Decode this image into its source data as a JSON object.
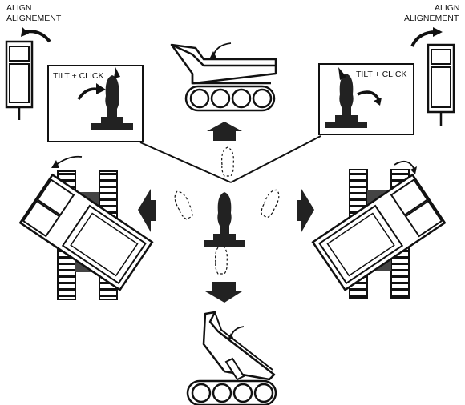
{
  "labels": {
    "align_left": "ALIGN",
    "alignement_left": "ALIGNEMENT",
    "align_right": "ALIGN",
    "alignement_right": "ALIGNEMENT",
    "tilt_click_left": "TILT + CLICK",
    "tilt_click_right": "TILT + CLICK"
  },
  "colors": {
    "ink": "#111111",
    "dark_fill": "#2b2b2b",
    "gray_fill": "#4a4a4a",
    "paper": "#ffffff"
  },
  "icons": {
    "joystick": "joystick-icon",
    "arrow": "direction-arrow-icon",
    "rotation": "rotation-arrow-icon",
    "vehicle": "tracked-carrier-icon"
  }
}
